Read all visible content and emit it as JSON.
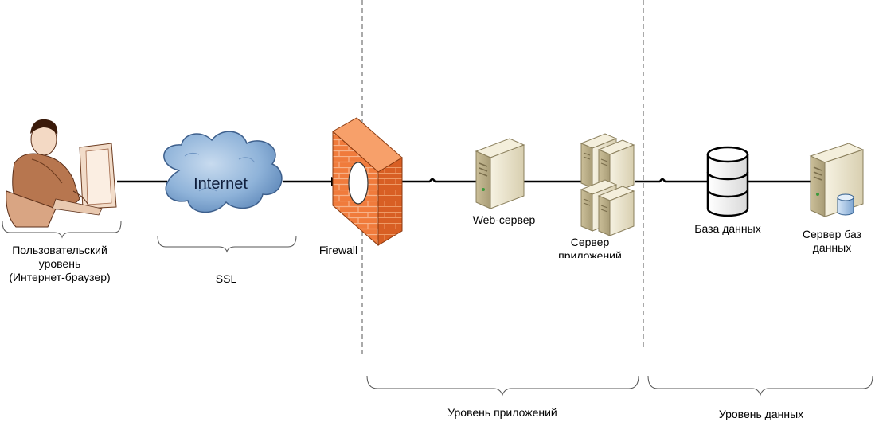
{
  "nodes": {
    "user": {
      "label_lines": [
        "Пользовательский",
        "уровень",
        "(Интернет-браузер)"
      ],
      "icon": "user-at-computer-icon"
    },
    "internet": {
      "label": "Internet",
      "caption": "SSL",
      "icon": "cloud-icon"
    },
    "firewall": {
      "label": "Firewall",
      "icon": "firewall-brick-wall-icon"
    },
    "web_server": {
      "label": "Web-сервер",
      "icon": "server-tower-icon"
    },
    "app_server": {
      "label_lines": [
        "Сервер",
        "приложений"
      ],
      "icon": "server-cluster-icon"
    },
    "database": {
      "label": "База данных",
      "icon": "database-cylinder-icon"
    },
    "db_server": {
      "label_lines": [
        "Сервер баз",
        "данных"
      ],
      "icon": "server-with-database-icon"
    }
  },
  "tiers": {
    "application": {
      "label": "Уровень приложений"
    },
    "data": {
      "label": "Уровень данных"
    }
  },
  "colors": {
    "firewall_brick": "#f07b3c",
    "cloud": "#8fb3d9",
    "server_body": "#ece6cf",
    "line": "#000000",
    "divider": "#555555"
  }
}
